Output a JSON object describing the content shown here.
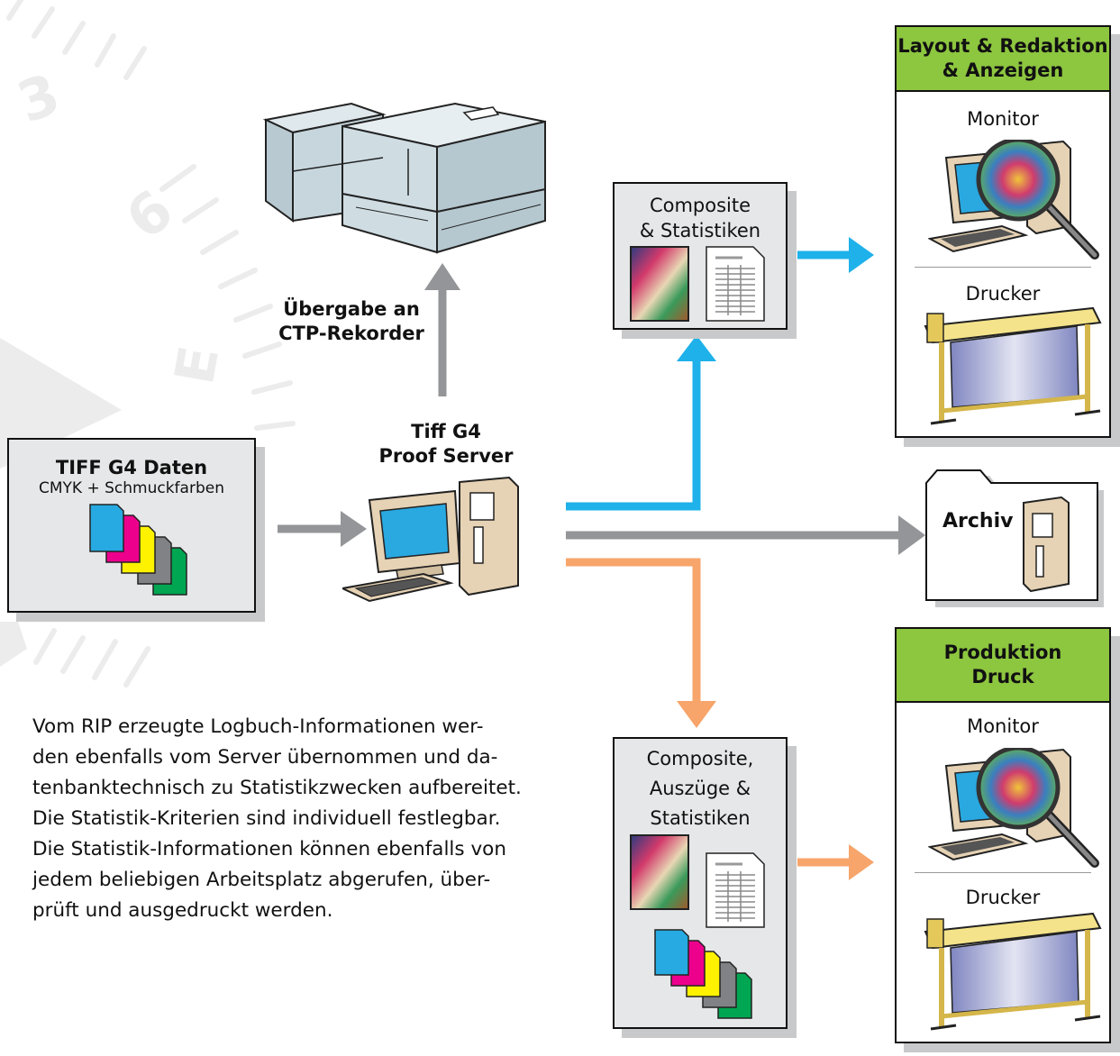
{
  "colors": {
    "cyan_arrow": "#1eb1ea",
    "gray_arrow": "#939598",
    "orange_arrow": "#f7a56b",
    "header_green": "#8dc63f",
    "panel_gray": "#e6e7e8"
  },
  "source": {
    "title": "TIFF G4 Daten",
    "subtitle": "CMYK + Schmuckfarben",
    "icon": "cmyk-pages-icon"
  },
  "server": {
    "line1": "Tiff G4",
    "line2": "Proof Server",
    "icon": "computer-icon"
  },
  "ctp": {
    "line1": "Übergabe an",
    "line2": "CTP-Rekorder",
    "icon": "ctp-recorder-icon"
  },
  "composite_top": {
    "line1": "Composite",
    "line2": "& Statistiken"
  },
  "composite_bottom": {
    "line1": "Composite,",
    "line2": "Auszüge &",
    "line3": "Statistiken"
  },
  "archive": {
    "label": "Archiv",
    "icon": "tower-pc-icon"
  },
  "layout_column": {
    "header_line1": "Layout & Redaktion",
    "header_line2": "& Anzeigen",
    "monitor": "Monitor",
    "printer": "Drucker"
  },
  "production_column": {
    "header_line1": "Produktion",
    "header_line2": "Druck",
    "monitor": "Monitor",
    "printer": "Drucker"
  },
  "paragraph": [
    "Vom RIP erzeugte Logbuch-Informationen wer-",
    "den ebenfalls vom Server übernommen und da-",
    "tenbanktechnisch zu Statistikzwecken aufbereitet.",
    "Die Statistik-Kriterien sind individuell festlegbar.",
    "Die Statistik-Informationen können ebenfalls von",
    "jedem beliebigen Arbeitsplatz abgerufen, über-",
    "prüft und ausgedruckt werden."
  ],
  "watermark": [
    "3",
    "6",
    "E"
  ]
}
